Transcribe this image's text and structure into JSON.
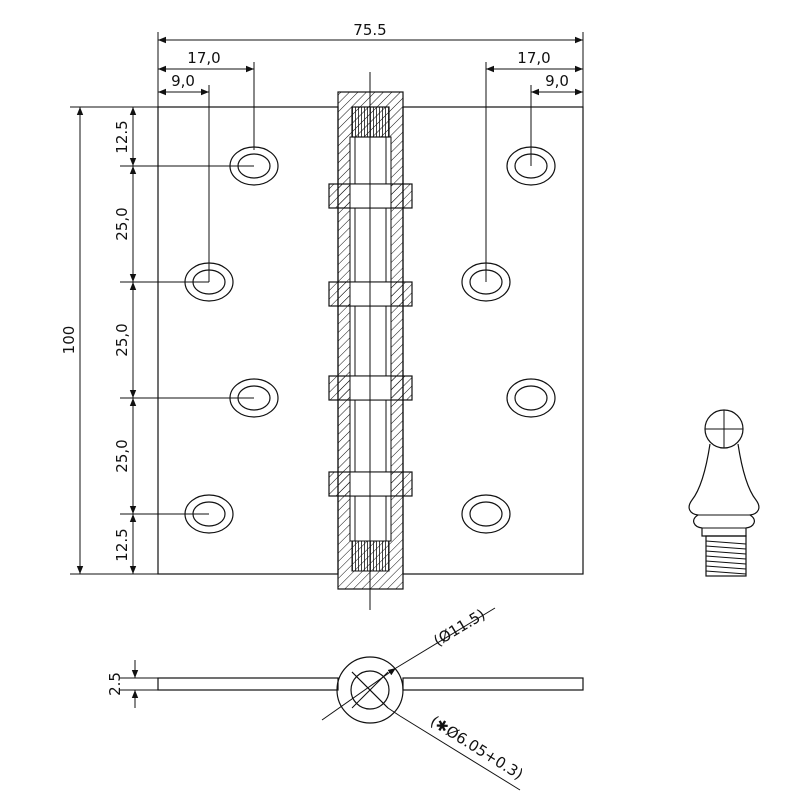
{
  "drawing": {
    "overall_width": "75.5",
    "offset_left_large": "17,0",
    "offset_left_small": "9,0",
    "offset_right_large": "17,0",
    "offset_right_small": "9,0",
    "height_total": "100",
    "pitch_top": "12.5",
    "pitch_1": "25,0",
    "pitch_2": "25,0",
    "pitch_3": "25,0",
    "pitch_bottom": "12.5",
    "thickness": "2.5",
    "knuckle_diameter": "(Ø11.5)",
    "pin_diameter": "(✱Ø6.05+0.3)"
  },
  "parts": [
    "hinge-front-view",
    "hinge-top-section-view",
    "finial-tip"
  ],
  "colors": {
    "line": "#111111",
    "background": "#ffffff"
  }
}
